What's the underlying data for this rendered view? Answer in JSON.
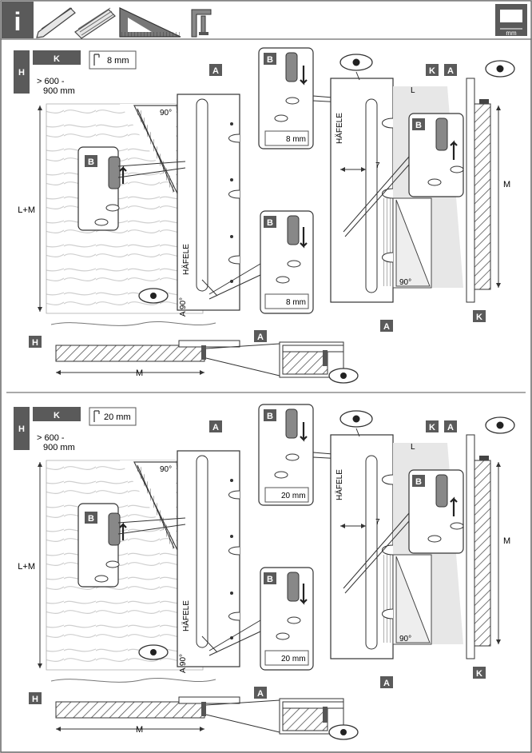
{
  "header": {
    "info_icon": "info-icon",
    "tools": [
      "pencil-icon",
      "folding-rule-icon",
      "set-square-icon",
      "clamp-icon"
    ],
    "unit_label": "mm"
  },
  "sections": [
    {
      "id": "top",
      "label_h": "H",
      "label_k": "K",
      "range_line1": "> 600 -",
      "range_line2": "900 mm",
      "offset_value": "8 mm",
      "jig_brand": "HÄFELE",
      "angle": "90°",
      "angle_side": "A 90°",
      "dim_height": "L+M",
      "dim_width": "M",
      "dim_small": "L",
      "dim_seven": "7",
      "inset_offset_1": "8 mm",
      "inset_offset_2": "8 mm",
      "callouts": {
        "a": "A",
        "b": "B",
        "h": "H",
        "k": "K"
      }
    },
    {
      "id": "bottom",
      "label_h": "H",
      "label_k": "K",
      "range_line1": "> 600 -",
      "range_line2": "900 mm",
      "offset_value": "20 mm",
      "jig_brand": "HÄFELE",
      "angle": "90°",
      "angle_side": "A 90°",
      "dim_height": "L+M",
      "dim_width": "M",
      "dim_small": "L",
      "dim_seven": "7",
      "inset_offset_1": "20 mm",
      "inset_offset_2": "20 mm",
      "callouts": {
        "a": "A",
        "b": "B",
        "h": "H",
        "k": "K"
      }
    }
  ]
}
